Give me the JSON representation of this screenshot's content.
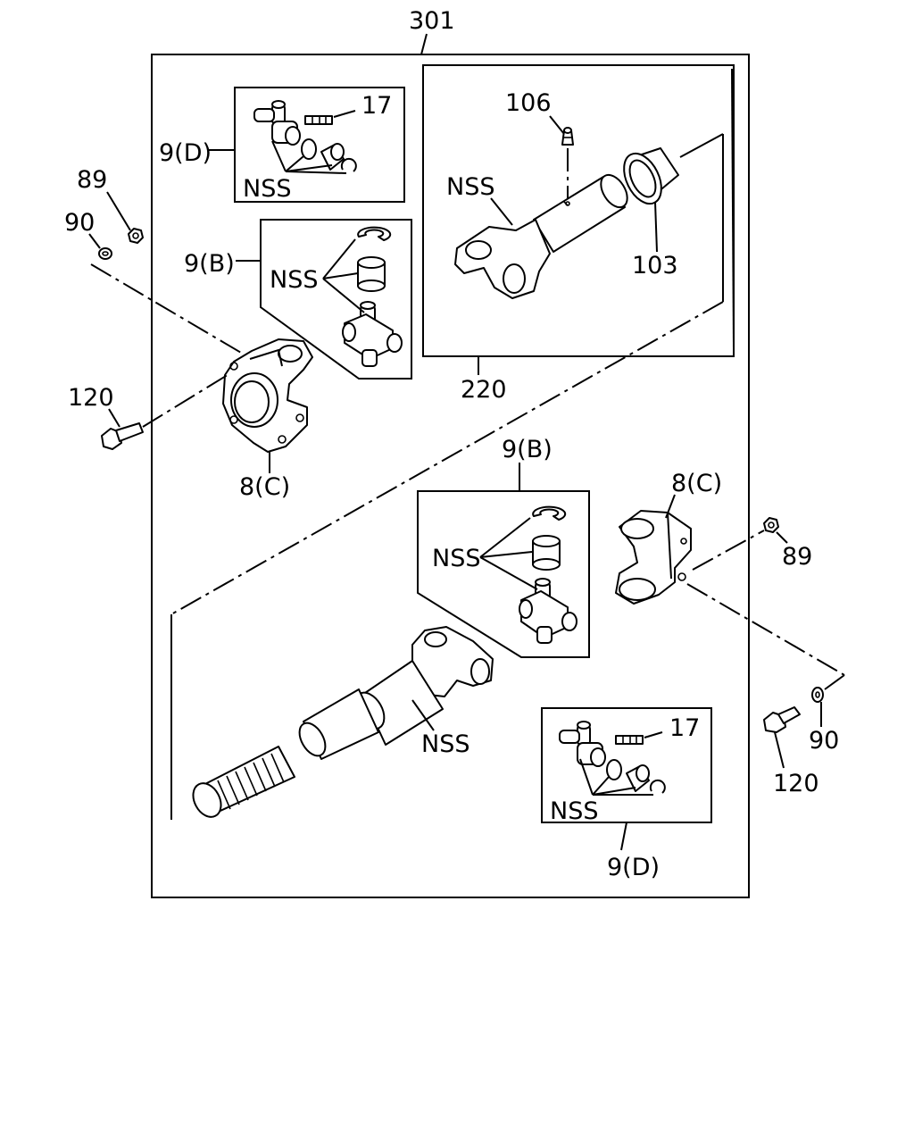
{
  "diagram": {
    "assembly_callout": "301",
    "labels": {
      "l_9d_top": "9(D)",
      "l_17_top": "17",
      "l_nss_9d_top": "NSS",
      "l_89_left": "89",
      "l_90_left": "90",
      "l_9b_left": "9(B)",
      "l_nss_9b_left": "NSS",
      "l_120_left": "120",
      "l_8c_left": "8(C)",
      "l_106": "106",
      "l_nss_220": "NSS",
      "l_103": "103",
      "l_220": "220",
      "l_9b_mid": "9(B)",
      "l_nss_9b_mid": "NSS",
      "l_8c_right": "8(C)",
      "l_89_right": "89",
      "l_nss_shaft": "NSS",
      "l_17_bottom": "17",
      "l_nss_9d_bottom": "NSS",
      "l_9d_bottom": "9(D)",
      "l_120_right": "120",
      "l_90_right": "90"
    }
  }
}
